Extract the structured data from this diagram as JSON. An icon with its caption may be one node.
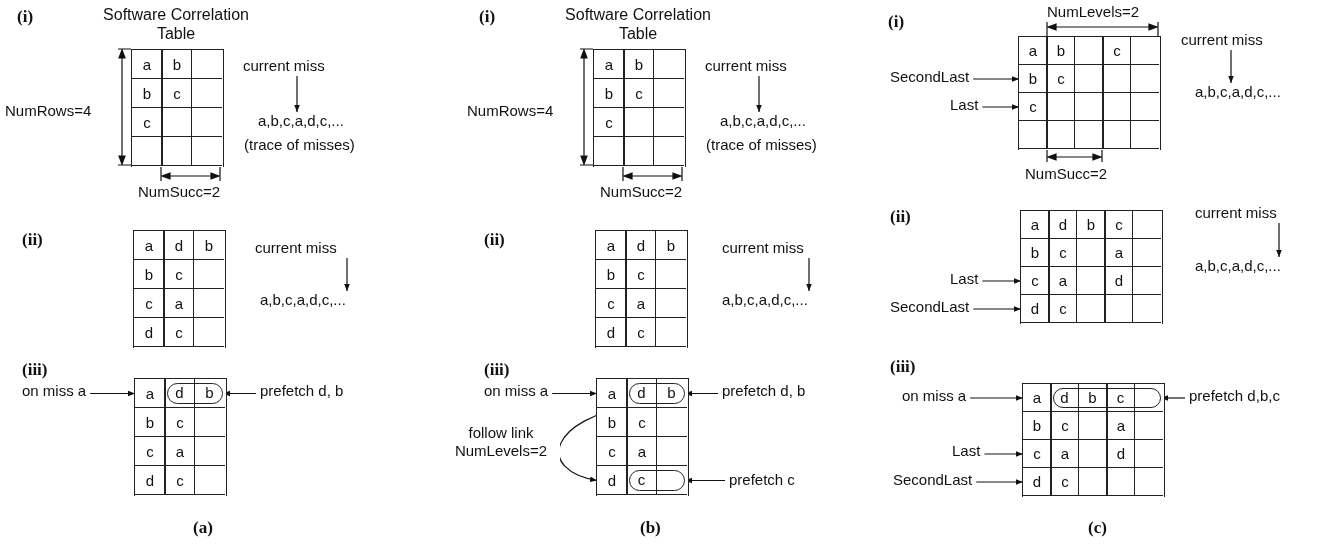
{
  "diagram": {
    "nodes": [
      {
        "text": [
          "Software Correlation Table"
        ]
      },
      {
        "text": [
          "a",
          "b"
        ],
        "in": 0
      },
      {
        "text": [
          "b",
          "c"
        ],
        "in": 0
      },
      {
        "text": [
          "c"
        ],
        "in": 0
      },
      {
        "text": [],
        "shape": "box",
        "in": 0
      },
      {
        "text": [
          "current miss"
        ]
      },
      {
        "text": [
          "a,b,c,a,d,c,..."
        ],
        "beside": [
          "(trace of misses)"
        ]
      },
      {
        "text": [],
        "shape": "box"
      },
      {
        "text": [
          "a",
          "d",
          "b"
        ],
        "in": 7
      },
      {
        "text": [
          "b",
          "c"
        ],
        "in": 7
      },
      {
        "text": [
          "c",
          "a"
        ],
        "in": 7
      },
      {
        "text": [
          "d",
          "c"
        ],
        "in": 7
      },
      {
        "text": [
          "current miss"
        ]
      },
      {
        "text": [
          "a,b,c,a,d,c,..."
        ]
      },
      {
        "text": [
          "on miss a"
        ]
      },
      {
        "text": [],
        "shape": "box"
      },
      {
        "text": [
          "a"
        ],
        "in": 15
      },
      {
        "text": [
          "d",
          "b"
        ],
        "in": 16
      },
      {
        "text": [
          "b",
          "c"
        ],
        "in": 15
      },
      {
        "text": [
          "c",
          "a"
        ],
        "in": 15
      },
      {
        "text": [
          "d",
          "c"
        ],
        "in": 15
      },
      {
        "text": [
          "prefetch d, b"
        ]
      },
      {
        "text": [
          "Software Correlation Table"
        ]
      },
      {
        "text": [
          "a",
          "b"
        ],
        "in": 22
      },
      {
        "text": [
          "b",
          "c"
        ],
        "in": 22
      },
      {
        "text": [
          "c"
        ],
        "in": 22
      },
      {
        "text": [],
        "shape": "box",
        "in": 22
      },
      {
        "text": [
          "current miss"
        ]
      },
      {
        "text": [
          "a,b,c,a,d,c,..."
        ],
        "beside": [
          "(trace of misses)"
        ]
      },
      {
        "text": [],
        "shape": "box"
      },
      {
        "text": [
          "a",
          "d",
          "b"
        ],
        "in": 29
      },
      {
        "text": [
          "b",
          "c"
        ],
        "in": 29
      },
      {
        "text": [
          "c",
          "a"
        ],
        "in": 29
      },
      {
        "text": [
          "d",
          "c"
        ],
        "in": 29
      },
      {
        "text": [
          "current miss"
        ]
      },
      {
        "text": [
          "a,b,c,a,d,c,..."
        ]
      },
      {
        "text": [
          "on miss a"
        ]
      },
      {
        "text": [],
        "shape": "box"
      },
      {
        "text": [
          "a"
        ],
        "in": 37
      },
      {
        "text": [
          "d",
          "b"
        ],
        "in": 38
      },
      {
        "text": [
          "b",
          "c"
        ],
        "in": 37
      },
      {
        "text": [
          "c",
          "a"
        ],
        "in": 37
      },
      {
        "text": [
          "d"
        ],
        "in": 37
      },
      {
        "text": [
          "c"
        ],
        "in": 42
      },
      {
        "text": [
          "prefetch d, b"
        ]
      },
      {
        "text": [
          "prefetch c"
        ]
      },
      {
        "text": [],
        "shape": "box"
      },
      {
        "text": [
          "a",
          "b",
          "c"
        ],
        "in": 46
      },
      {
        "text": [
          "b",
          "c"
        ],
        "in": 46
      },
      {
        "text": [
          "c"
        ],
        "in": 46
      },
      {
        "text": [],
        "shape": "box",
        "in": 46
      },
      {
        "text": [
          "SecondLast"
        ]
      },
      {
        "text": [
          "Last"
        ]
      },
      {
        "text": [
          "current miss"
        ]
      },
      {
        "text": [
          "a,b,c,a,d,c,..."
        ]
      },
      {
        "text": [],
        "shape": "box"
      },
      {
        "text": [
          "a",
          "d",
          "b",
          "c"
        ],
        "in": 55
      },
      {
        "text": [
          "b",
          "c",
          "a"
        ],
        "in": 55
      },
      {
        "text": [
          "c",
          "a",
          "d"
        ],
        "in": 55
      },
      {
        "text": [
          "d",
          "c"
        ],
        "in": 55
      },
      {
        "text": [
          "Last"
        ]
      },
      {
        "text": [
          "SecondLast"
        ]
      },
      {
        "text": [
          "current miss"
        ]
      },
      {
        "text": [
          "a,b,c,a,d,c,..."
        ]
      },
      {
        "text": [
          "on miss a"
        ]
      },
      {
        "text": [],
        "shape": "box"
      },
      {
        "text": [
          "a"
        ],
        "in": 65
      },
      {
        "text": [
          "d",
          "b",
          "c"
        ],
        "in": 66
      },
      {
        "text": [
          "b",
          "c",
          "a"
        ],
        "in": 65
      },
      {
        "text": [
          "c",
          "a",
          "d"
        ],
        "in": 65
      },
      {
        "text": [
          "d",
          "c"
        ],
        "in": 65
      },
      {
        "text": [
          "Last"
        ]
      },
      {
        "text": [
          "SecondLast"
        ]
      },
      {
        "text": [
          "prefetch d,b,c"
        ]
      }
    ],
    "edges": [
      {
        "from": 5,
        "to": 6,
        "arrow": "to"
      },
      {
        "from": 12,
        "to": 13,
        "arrow": "to"
      },
      {
        "from": 14,
        "to": 16,
        "arrow": "to"
      },
      {
        "from": 21,
        "to": 17,
        "arrow": "to"
      },
      {
        "from": 27,
        "to": 28,
        "arrow": "to"
      },
      {
        "from": 34,
        "to": 35,
        "arrow": "to"
      },
      {
        "from": 36,
        "to": 38,
        "arrow": "to"
      },
      {
        "from": 44,
        "to": 39,
        "arrow": "to"
      },
      {
        "from": 39,
        "to": 42,
        "arrow": "to",
        "label": "follow link NumLevels=2"
      },
      {
        "from": 45,
        "to": 43,
        "arrow": "to"
      },
      {
        "from": 53,
        "to": 54,
        "arrow": "to"
      },
      {
        "from": 51,
        "to": 48,
        "arrow": "to"
      },
      {
        "from": 52,
        "to": 49,
        "arrow": "to"
      },
      {
        "from": 62,
        "to": 63,
        "arrow": "to"
      },
      {
        "from": 60,
        "to": 58,
        "arrow": "to"
      },
      {
        "from": 61,
        "to": 59,
        "arrow": "to"
      },
      {
        "from": 64,
        "to": 66,
        "arrow": "to"
      },
      {
        "from": 71,
        "to": 69,
        "arrow": "to"
      },
      {
        "from": 72,
        "to": 70,
        "arrow": "to"
      },
      {
        "from": 73,
        "to": 67,
        "arrow": "to"
      }
    ],
    "labels": [
      "(i)",
      "NumRows=4",
      "NumSucc=2",
      "(ii)",
      "(iii)",
      "(a)",
      "(i)",
      "NumRows=4",
      "NumSucc=2",
      "(ii)",
      "(iii)",
      "(b)",
      "(i)",
      "NumLevels=2",
      "NumSucc=2",
      "(ii)",
      "(iii)",
      "(c)"
    ]
  }
}
